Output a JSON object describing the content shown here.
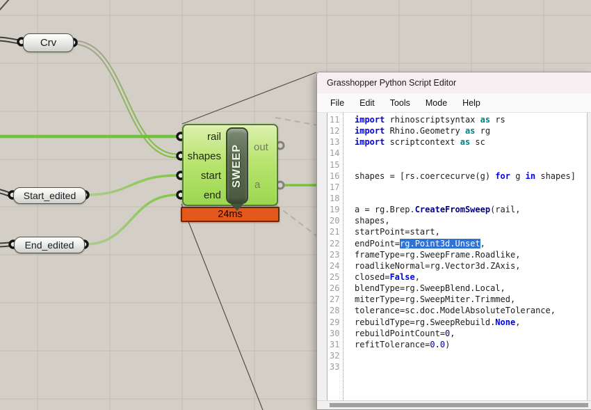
{
  "canvas": {
    "params": [
      {
        "label": "Crv"
      },
      {
        "label": "Start_edited"
      },
      {
        "label": "End_edited"
      }
    ],
    "component": {
      "name": "SWEEP",
      "inputs": [
        "rail",
        "shapes",
        "start",
        "end"
      ],
      "outputs": [
        "out",
        "a"
      ],
      "runtime": "24ms"
    }
  },
  "editor": {
    "title": "Grasshopper Python Script Editor",
    "menu": [
      "File",
      "Edit",
      "Tools",
      "Mode",
      "Help"
    ],
    "code": {
      "selected_text": "rg.Point3d.Unset",
      "lines": [
        {
          "n": "11",
          "t": [
            [
              "k",
              "import"
            ],
            [
              "p",
              " rhinoscriptsyntax "
            ],
            [
              "a",
              "as"
            ],
            [
              "p",
              " rs"
            ]
          ]
        },
        {
          "n": "12",
          "t": [
            [
              "k",
              "import"
            ],
            [
              "p",
              " Rhino.Geometry "
            ],
            [
              "a",
              "as"
            ],
            [
              "p",
              " rg"
            ]
          ]
        },
        {
          "n": "13",
          "t": [
            [
              "k",
              "import"
            ],
            [
              "p",
              " scriptcontext "
            ],
            [
              "a",
              "as"
            ],
            [
              "p",
              " sc"
            ]
          ]
        },
        {
          "n": "14",
          "t": []
        },
        {
          "n": "15",
          "t": []
        },
        {
          "n": "16",
          "t": [
            [
              "p",
              "shapes = [rs.coercecurve(g) "
            ],
            [
              "k",
              "for"
            ],
            [
              "p",
              " g "
            ],
            [
              "k",
              "in"
            ],
            [
              "p",
              " shapes]"
            ]
          ]
        },
        {
          "n": "17",
          "t": []
        },
        {
          "n": "18",
          "t": []
        },
        {
          "n": "19",
          "t": [
            [
              "p",
              "a = rg.Brep."
            ],
            [
              "m",
              "CreateFromSweep"
            ],
            [
              "p",
              "(rail,"
            ]
          ]
        },
        {
          "n": "20",
          "t": [
            [
              "p",
              "shapes,"
            ]
          ]
        },
        {
          "n": "21",
          "t": [
            [
              "p",
              "startPoint=start,"
            ]
          ]
        },
        {
          "n": "22",
          "t": [
            [
              "p",
              "endPoint="
            ],
            [
              "s",
              "rg.Point3d.Unset"
            ],
            [
              "p",
              ","
            ]
          ]
        },
        {
          "n": "23",
          "t": [
            [
              "p",
              "frameType=rg.SweepFrame.Roadlike,"
            ]
          ]
        },
        {
          "n": "24",
          "t": [
            [
              "p",
              "roadlikeNormal=rg.Vector3d.ZAxis,"
            ]
          ]
        },
        {
          "n": "25",
          "t": [
            [
              "p",
              "closed="
            ],
            [
              "k",
              "False"
            ],
            [
              "p",
              ","
            ]
          ]
        },
        {
          "n": "26",
          "t": [
            [
              "p",
              "blendType=rg.SweepBlend.Local,"
            ]
          ]
        },
        {
          "n": "27",
          "t": [
            [
              "p",
              "miterType=rg.SweepMiter.Trimmed,"
            ]
          ]
        },
        {
          "n": "28",
          "t": [
            [
              "p",
              "tolerance=sc.doc.ModelAbsoluteTolerance,"
            ]
          ]
        },
        {
          "n": "29",
          "t": [
            [
              "p",
              "rebuildType=rg.SweepRebuild."
            ],
            [
              "k",
              "None"
            ],
            [
              "p",
              ","
            ]
          ]
        },
        {
          "n": "30",
          "t": [
            [
              "p",
              "rebuildPointCount="
            ],
            [
              "n",
              "0"
            ],
            [
              "p",
              ","
            ]
          ]
        },
        {
          "n": "31",
          "t": [
            [
              "p",
              "refitTolerance="
            ],
            [
              "n",
              "0.0"
            ],
            [
              "p",
              ")"
            ]
          ]
        },
        {
          "n": "32",
          "t": []
        },
        {
          "n": "33",
          "t": []
        }
      ]
    }
  },
  "colors": {
    "canvas_bg": "#d3cfc6",
    "wire_green": "#7cc338",
    "component_green": "#b9e470",
    "component_border": "#527c28",
    "capsule_green": "#5b6b52",
    "runtime_banner_orange": "#e4581c",
    "selection_blue": "#2f73d4",
    "keyword_blue": "#0000ee",
    "as_keyword_teal": "#008080",
    "method_navy": "#00008b",
    "title_bar_pink": "#f7eef2"
  }
}
